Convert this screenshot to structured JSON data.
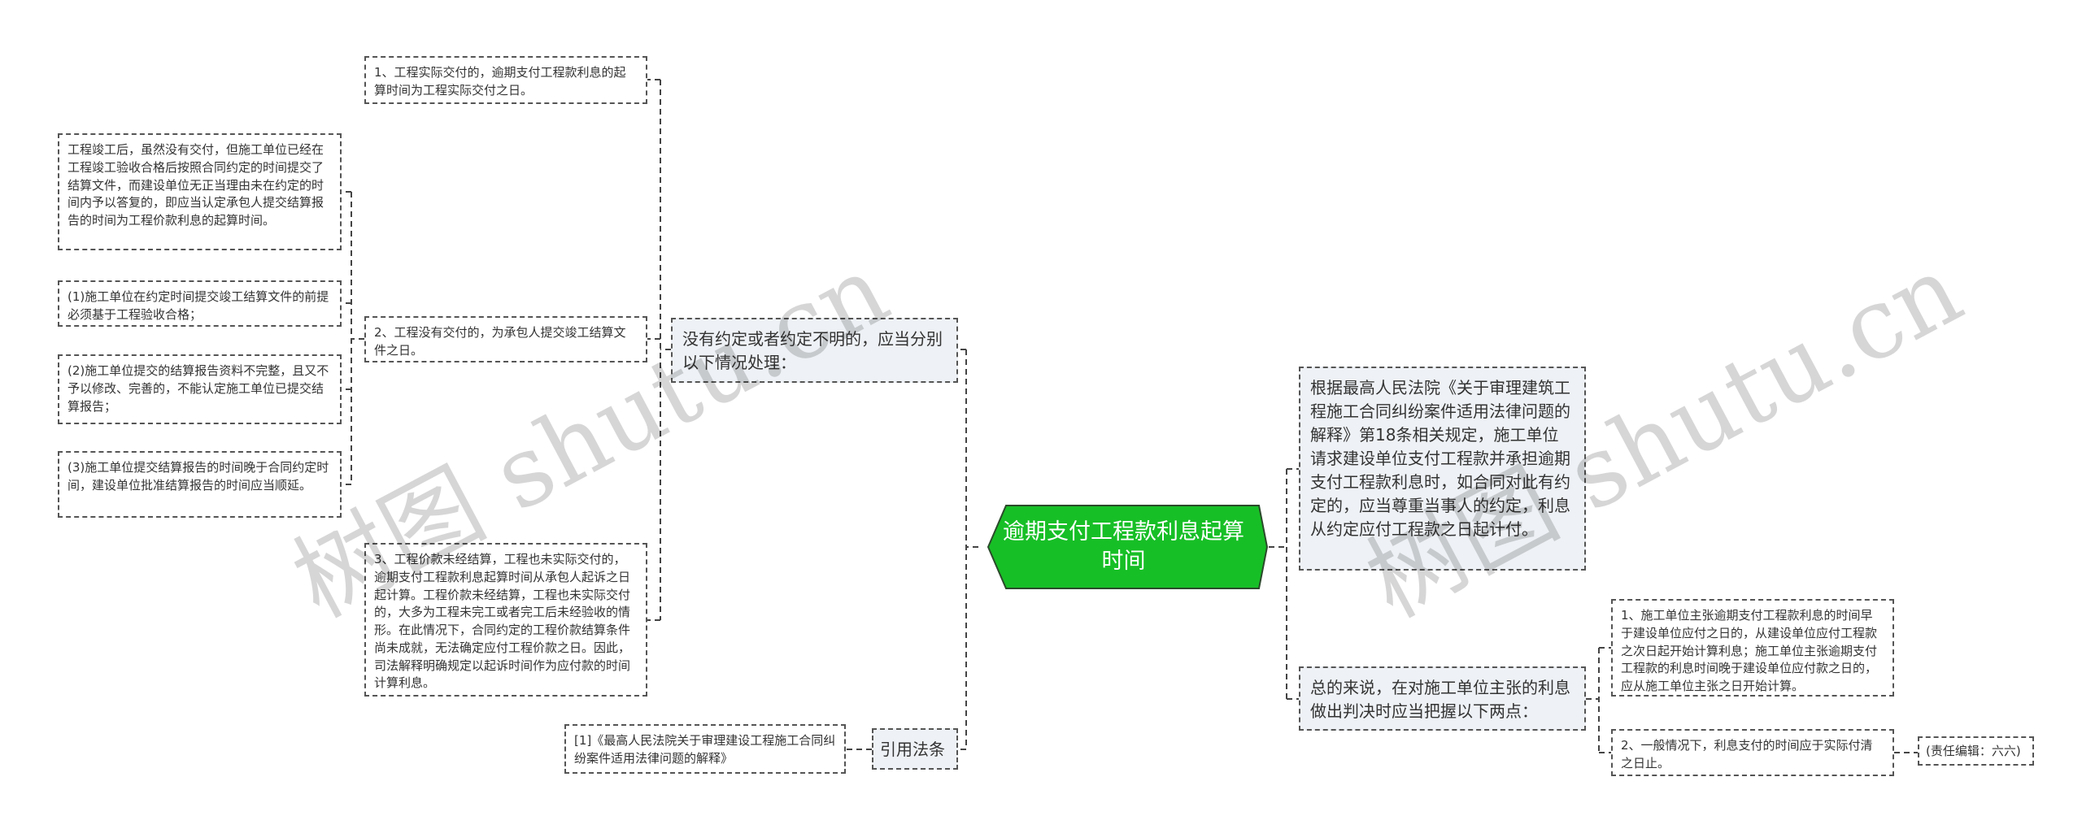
{
  "root": {
    "title": "逾期支付工程款利息起算时间",
    "color": "#17bf26"
  },
  "left": {
    "branch_no_agreement": {
      "label": "没有约定或者约定不明的，应当分别以下情况处理：",
      "items": [
        {
          "label": "1、工程实际交付的，逾期支付工程款利息的起算时间为工程实际交付之日。"
        },
        {
          "label": "2、工程没有交付的，为承包人提交竣工结算文件之日。",
          "children": [
            "工程竣工后，虽然没有交付，但施工单位已经在工程竣工验收合格后按照合同约定的时间提交了结算文件，而建设单位无正当理由未在约定的时间内予以答复的，即应当认定承包人提交结算报告的时间为工程价款利息的起算时间。",
            "(1)施工单位在约定时间提交竣工结算文件的前提必须基于工程验收合格；",
            "(2)施工单位提交的结算报告资料不完整，且又不予以修改、完善的，不能认定施工单位已提交结算报告；",
            "(3)施工单位提交结算报告的时间晚于合同约定时间，建设单位批准结算报告的时间应当顺延。"
          ]
        },
        {
          "label": "3、工程价款未经结算，工程也未实际交付的，逾期支付工程款利息起算时间从承包人起诉之日起计算。工程价款未经结算，工程也未实际交付的，大多为工程未完工或者完工后未经验收的情形。在此情况下，合同约定的工程价款结算条件尚未成就，无法确定应付工程价款之日。因此，司法解释明确规定以起诉时间作为应付款的时间计算利息。"
        }
      ]
    },
    "branch_law": {
      "label": "引用法条",
      "items": [
        "[1]《最高人民法院关于审理建设工程施工合同纠纷案件适用法律问题的解释》"
      ]
    }
  },
  "right": {
    "branch_basis": {
      "label": "根据最高人民法院《关于审理建筑工程施工合同纠纷案件适用法律问题的解释》第18条相关规定，施工单位请求建设单位支付工程款并承担逾期支付工程款利息时，如合同对此有约定的，应当尊重当事人的约定，利息从约定应付工程款之日起计付。"
    },
    "branch_summary": {
      "label": "总的来说，在对施工单位主张的利息做出判决时应当把握以下两点：",
      "items": [
        {
          "label": "1、施工单位主张逾期支付工程款利息的时间早于建设单位应付之日的，从建设单位应付工程款之次日起开始计算利息；施工单位主张逾期支付工程款的利息时间晚于建设单位应付款之日的，应从施工单位主张之日开始计算。"
        },
        {
          "label": "2、一般情况下，利息支付的时间应于实际付清之日止。",
          "children": [
            "(责任编辑：六六)"
          ]
        }
      ]
    }
  },
  "watermark": "树图 shutu.cn"
}
